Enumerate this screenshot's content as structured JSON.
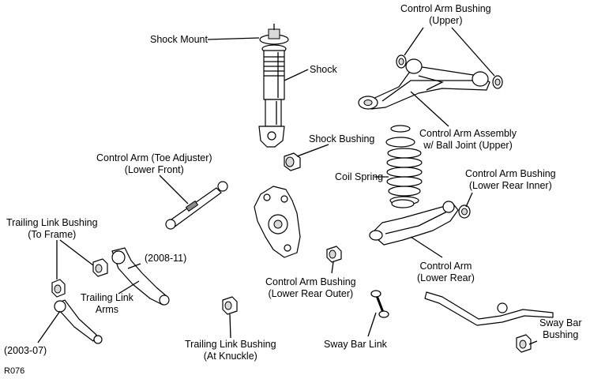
{
  "labels": {
    "control_arm_bushing_upper": [
      "Control Arm Bushing",
      "(Upper)"
    ],
    "shock_mount": "Shock Mount",
    "shock": "Shock",
    "control_arm_assembly_upper": [
      "Control Arm Assembly",
      "w/ Ball Joint (Upper)"
    ],
    "shock_bushing": "Shock Bushing",
    "control_arm_toe_adjuster": [
      "Control Arm (Toe Adjuster)",
      "(Lower Front)"
    ],
    "coil_spring": "Coil Spring",
    "control_arm_bushing_lower_rear_inner": [
      "Control Arm Bushing",
      "(Lower Rear Inner)"
    ],
    "trailing_link_bushing_frame": [
      "Trailing Link Bushing",
      "(To Frame)"
    ],
    "year_2008_11": "(2008-11)",
    "control_arm_lower_rear": [
      "Control Arm",
      "(Lower Rear)"
    ],
    "control_arm_bushing_lower_rear_outer": [
      "Control Arm Bushing",
      "(Lower Rear Outer)"
    ],
    "trailing_link_arms": [
      "Trailing Link",
      "Arms"
    ],
    "sway_bar_bushing": [
      "Sway Bar",
      "Bushing"
    ],
    "year_2003_07": "(2003-07)",
    "trailing_link_bushing_knuckle": [
      "Trailing Link Bushing",
      "(At Knuckle)"
    ],
    "sway_bar_link": "Sway Bar Link",
    "figure_code": "R076"
  }
}
